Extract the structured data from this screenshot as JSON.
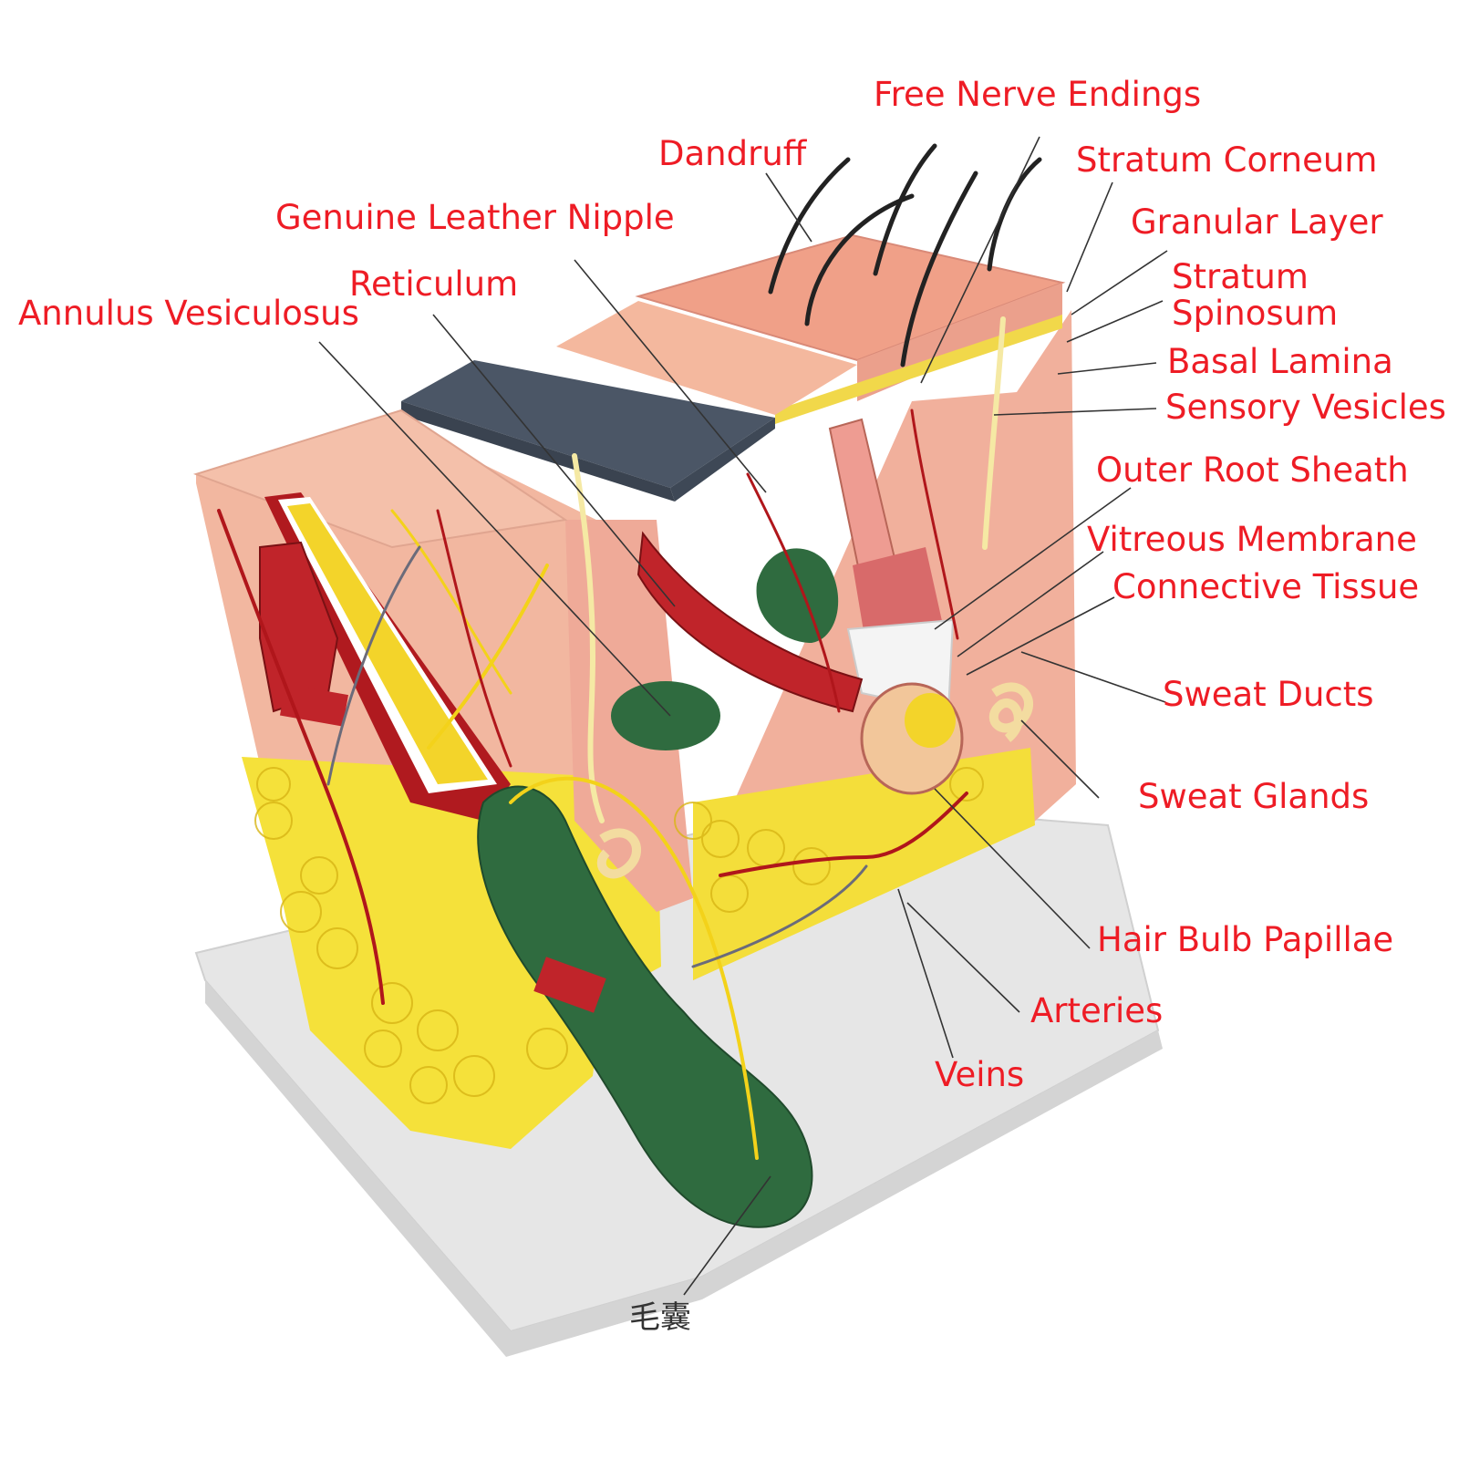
{
  "colors": {
    "label": "#ee1c25",
    "leader_line": "#333333",
    "base": "#ebebeb",
    "skin": "#f2b8a2",
    "skin_dark": "#e49a88",
    "epidermis_top": "#f4a88c",
    "dark_layer": "#4a5563",
    "fat": "#f5e33a",
    "muscle": "#c0242a",
    "nerve_green": "#2f6b3f",
    "nerve_yellow": "#f3d21a",
    "vessel_red": "#b0161b",
    "vessel_gray": "#6b6b7a",
    "hair": "#222222"
  },
  "labels": {
    "free_nerve_endings": "Free Nerve Endings",
    "dandruff": "Dandruff",
    "stratum_corneum": "Stratum Corneum",
    "genuine_leather_nipple": "Genuine Leather Nipple",
    "granular_layer": "Granular Layer",
    "reticulum": "Reticulum",
    "stratum": "Stratum",
    "spinosum": "Spinosum",
    "annulus_vesiculosus": "Annulus Vesiculosus",
    "basal_lamina": "Basal Lamina",
    "sensory_vesicles": "Sensory Vesicles",
    "outer_root_sheath": "Outer Root Sheath",
    "vitreous_membrane": "Vitreous Membrane",
    "connective_tissue": "Connective Tissue",
    "sweat_ducts": "Sweat Ducts",
    "sweat_glands": "Sweat Glands",
    "hair_bulb_papillae": "Hair Bulb Papillae",
    "arteries": "Arteries",
    "veins": "Veins",
    "hair_follicle_cn": "毛囊"
  }
}
